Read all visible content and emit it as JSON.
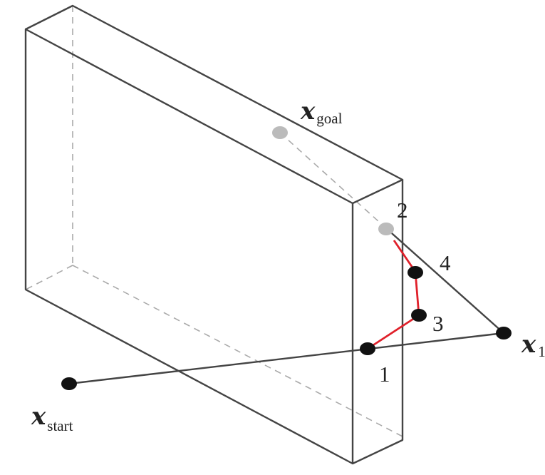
{
  "labels": {
    "goal": {
      "symbol": "x",
      "subscript": "goal"
    },
    "start": {
      "symbol": "x",
      "subscript": "start"
    },
    "x1": {
      "symbol": "x",
      "subscript": "1"
    },
    "step1": "1",
    "step2": "2",
    "step3": "3",
    "step4": "4"
  },
  "colors": {
    "edge": "#444444",
    "hidden_edge": "#aaaaaa",
    "path": "#e0202a",
    "point": "#111111",
    "goal_point": "#bbbbbb"
  }
}
